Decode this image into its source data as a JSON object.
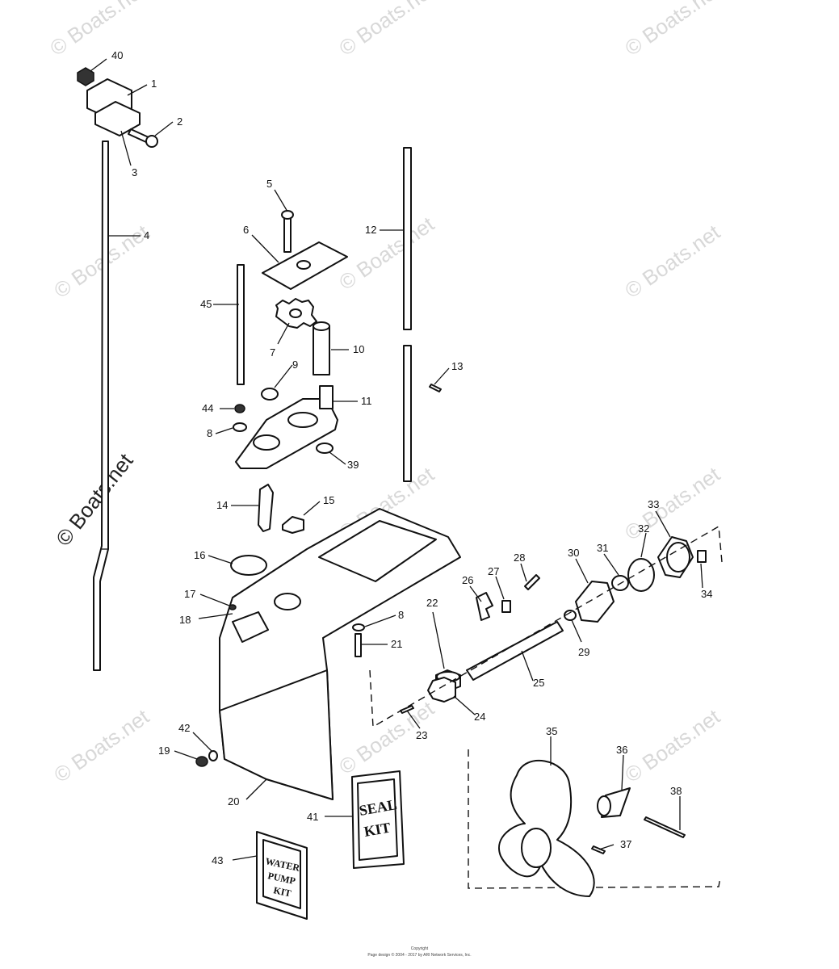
{
  "watermark": "© Boats.net",
  "footer": {
    "code": "Copyright",
    "line": "Page design © 2004 - 2017 by ARI Network Services, Inc."
  },
  "kits": {
    "seal": [
      "SEAL",
      "KIT"
    ],
    "water_pump": [
      "WATER",
      "PUMP",
      "KIT"
    ]
  },
  "callouts": {
    "c1": "1",
    "c2": "2",
    "c3": "3",
    "c4": "4",
    "c5": "5",
    "c6": "6",
    "c7": "7",
    "c8a": "8",
    "c8b": "8",
    "c9": "9",
    "c10": "10",
    "c11": "11",
    "c12": "12",
    "c13": "13",
    "c14": "14",
    "c15": "15",
    "c16": "16",
    "c17": "17",
    "c18": "18",
    "c19": "19",
    "c20": "20",
    "c21": "21",
    "c22": "22",
    "c23": "23",
    "c24": "24",
    "c25": "25",
    "c26": "26",
    "c27": "27",
    "c28": "28",
    "c29": "29",
    "c30": "30",
    "c31": "31",
    "c32": "32",
    "c33": "33",
    "c34": "34",
    "c35": "35",
    "c36": "36",
    "c37": "37",
    "c38": "38",
    "c39": "39",
    "c40": "40",
    "c41": "41",
    "c42": "42",
    "c43": "43",
    "c44": "44",
    "c45": "45"
  }
}
